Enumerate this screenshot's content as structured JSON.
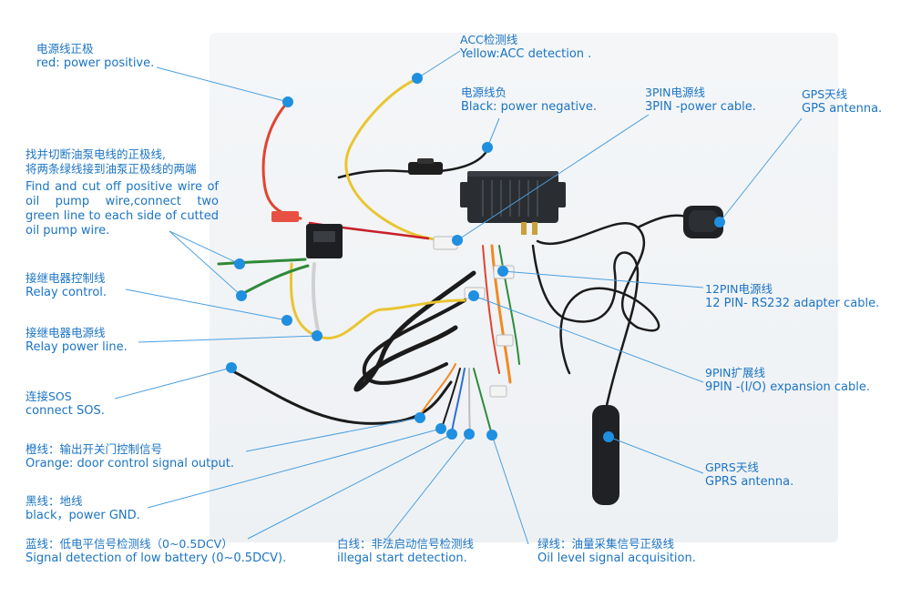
{
  "labels": {
    "power_positive": {
      "zh": "电源线正极",
      "en": "red: power positive."
    },
    "acc": {
      "zh": "ACC检测线",
      "en": "Yellow:ACC detection ."
    },
    "power_negative": {
      "zh": "电源线负",
      "en": "Black: power negative."
    },
    "pin3": {
      "zh": "3PIN电源线",
      "en": "3PIN -power cable."
    },
    "gps": {
      "zh": "GPS天线",
      "en": "GPS antenna."
    },
    "oil_cut": {
      "zh1": "找并切断油泵电线的正极线,",
      "zh2": "将两条绿线接到油泵正极线的两端",
      "en": "Find and cut off positive wire of oil pump wire,connect two green line to each side of cutted oil pump wire."
    },
    "relay_control": {
      "zh": "接继电器控制线",
      "en": "Relay control."
    },
    "relay_power": {
      "zh": "接继电器电源线",
      "en": "Relay power line."
    },
    "sos": {
      "zh": "连接SOS",
      "en": "connect SOS."
    },
    "orange": {
      "zh": "橙线：输出开关门控制信号",
      "en": "Orange: door control signal output."
    },
    "black_gnd": {
      "zh": "黑线：地线",
      "en": "black，power GND."
    },
    "blue": {
      "zh": "蓝线：低电平信号检测线（0~0.5DCV）",
      "en": "Signal detection of low battery (0~0.5DCV)."
    },
    "white": {
      "zh": "白线：非法启动信号检测线",
      "en": "illegal start detection."
    },
    "green": {
      "zh": "绿线：油量采集信号正级线",
      "en": "Oil level signal acquisition."
    },
    "pin12": {
      "zh": "12PIN电源线",
      "en": "12 PIN- RS232 adapter cable."
    },
    "pin9": {
      "zh": "9PIN扩展线",
      "en": "9PIN -(I/O) expansion cable."
    },
    "gprs": {
      "zh": "GPRS天线",
      "en": "GPRS antenna."
    }
  },
  "colors": {
    "label_text": "#1b74c4",
    "pointer_dot": "#1f8fe0",
    "leader_line": "#4a9fe0",
    "wire_red": "#e0452f",
    "wire_yellow": "#e9c531",
    "wire_black": "#1b1b1b",
    "wire_green": "#2f8a3a",
    "wire_orange": "#f08a24",
    "wire_white": "#d9d9d9",
    "device_body": "#2a2d31"
  }
}
